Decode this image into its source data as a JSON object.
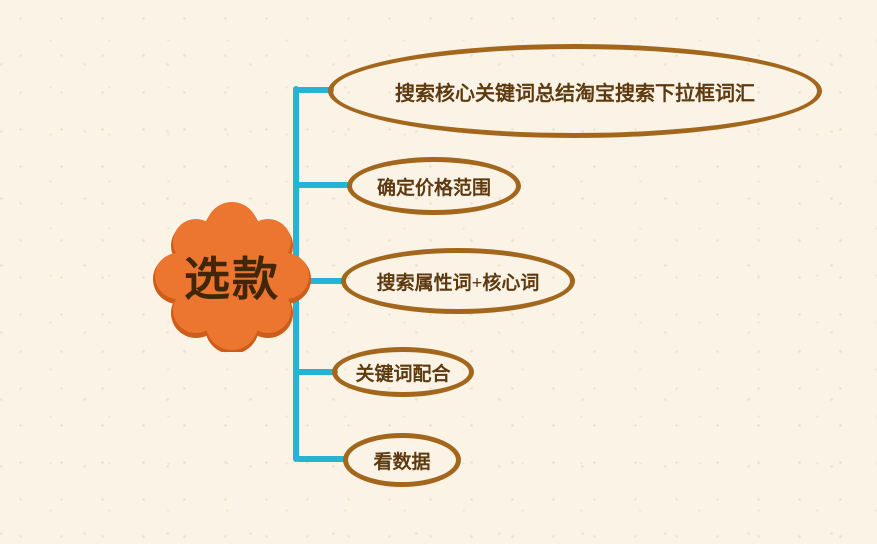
{
  "root": {
    "label": "选款"
  },
  "branches": [
    {
      "label": "搜索核心关键词总结淘宝搜索下拉框词汇"
    },
    {
      "label": "确定价格范围"
    },
    {
      "label": "搜索属性词+核心词"
    },
    {
      "label": "关键词配合"
    },
    {
      "label": "看数据"
    }
  ],
  "colors": {
    "background": "#faf3e6",
    "connector": "#25b4d6",
    "node_border": "#a2661c",
    "node_text": "#5d3a10",
    "root_fill": "#ec7630",
    "root_fill_shadow": "#cd5d18",
    "root_text": "#42260a"
  }
}
